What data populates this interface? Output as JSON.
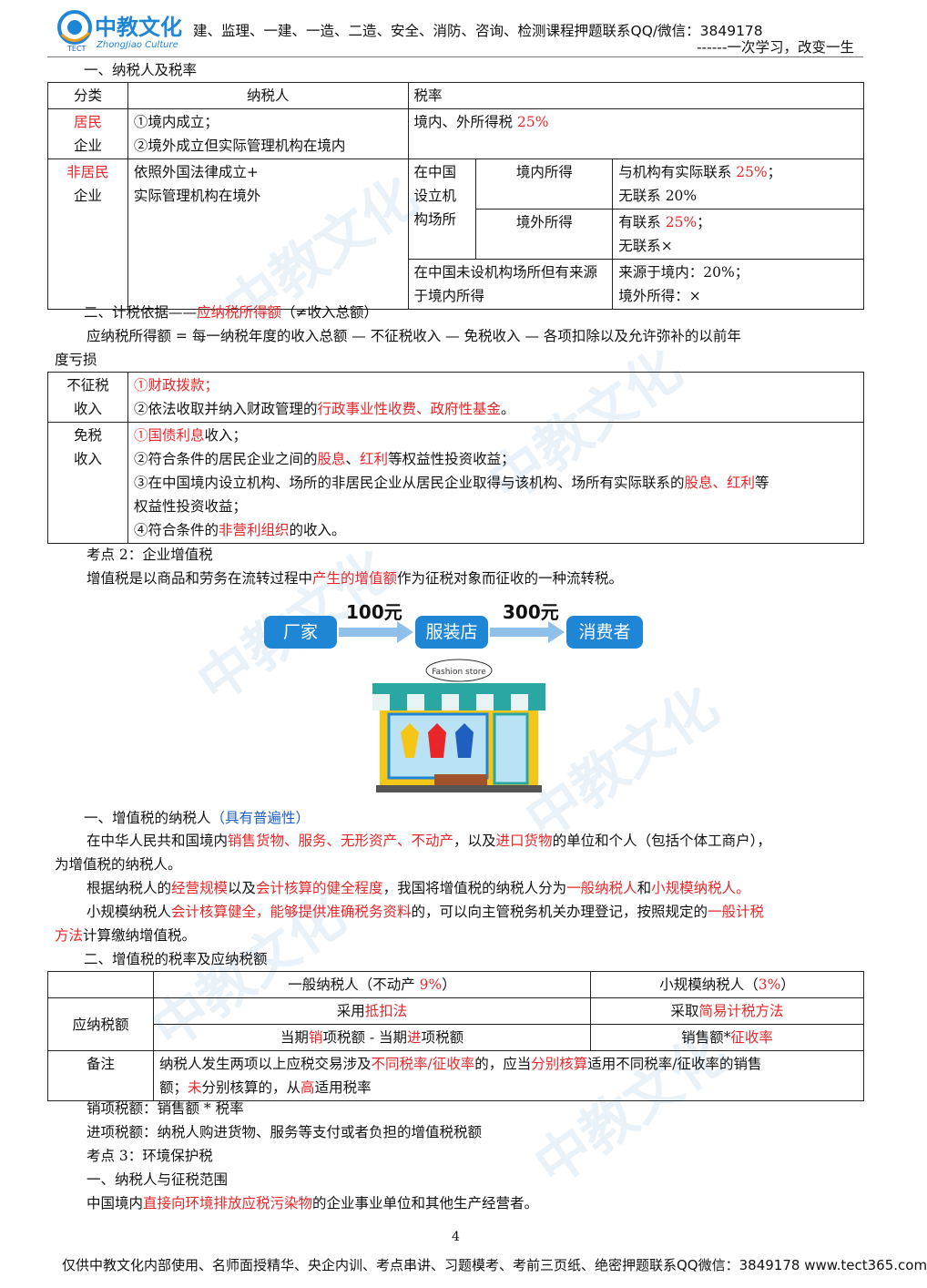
{
  "header": {
    "logo_text": "中教文化",
    "logo_sub": "ZhongJiao Culture",
    "logo_tag": "TECT",
    "line": "建、监理、一建、一造、二造、安全、消防、咨询、检测课程押题联系QQ/微信：3849178",
    "slogan": "------一次学习，改变一生"
  },
  "s1": {
    "title": "一、纳税人及税率"
  },
  "t1": {
    "h_cat": "分类",
    "h_payer": "纳税人",
    "h_rate": "税率",
    "r1_cat_a": "居民",
    "r1_cat_b": "企业",
    "r1_p1": "①境内成立；",
    "r1_p2": "②境外成立但实际管理机构在境内",
    "r1_rate": "境内、外所得税 ",
    "r1_rate_red": "25%",
    "r2_cat_a": "非居民",
    "r2_cat_b": "企业",
    "r2_p1": "依照外国法律成立+",
    "r2_p2": "实际管理机构在境外",
    "r2_est": "在中国设立机构场所",
    "r2_in": "境内所得",
    "r2_out": "境外所得",
    "r2_in_r1": "与机构有实际联系 ",
    "r2_in_r1_red": "25%",
    "r2_in_r1_end": "；",
    "r2_in_r2": "无联系 20%",
    "r2_out_r1": "有联系 ",
    "r2_out_r1_red": "25%",
    "r2_out_r1_end": "；",
    "r2_out_r2": "无联系×",
    "r3_est": "在中国未设机构场所但有来源于境内所得",
    "r3_r1": "来源于境内：20%；",
    "r3_r2": "境外所得：×"
  },
  "s2": {
    "title_a": "二、计税依据——",
    "title_red": "应纳税所得额",
    "title_b": "（≠收入总额）",
    "formula_1": "应纳税所得额 = 每一纳税年度的收入总额 — 不征税收入 — 免税收入 — 各项扣除以及允许弥补的以前年",
    "formula_2": "度亏损"
  },
  "t2": {
    "a_cat1": "不征税",
    "a_cat2": "收入",
    "a1": "①财政拨款；",
    "a2_a": "②依法收取并纳入财政管理的",
    "a2_red": "行政事业性收费、政府性基金",
    "a2_b": "。",
    "b_cat1": "免税",
    "b_cat2": "收入",
    "b1_red": "①国债利息",
    "b1_b": "收入；",
    "b2_a": "②符合条件的居民企业之间的",
    "b2_red1": "股息",
    "b2_sep": "、",
    "b2_red2": "红利",
    "b2_b": "等权益性投资收益；",
    "b3_a": "③在中国境内设立机构、场所的非居民企业从居民企业取得与该机构、场所有实际联系的",
    "b3_red": "股息、红利",
    "b3_b": "等",
    "b3_c": "权益性投资收益；",
    "b4_a": "④符合条件的",
    "b4_red": "非营利组织",
    "b4_b": "的收入。"
  },
  "kp2": {
    "title": "考点 2：企业增值税",
    "def_a": "增值税是以商品和劳务在流转过程中",
    "def_red": "产生的增值额",
    "def_b": "作为征税对象而征收的一种流转税。"
  },
  "flow": {
    "box1": "厂家",
    "box2": "服装店",
    "box3": "消费者",
    "price1": "100元",
    "price2": "300元",
    "shop_sign": "Fashion store"
  },
  "s3": {
    "title_a": "一、增值税的纳税人",
    "title_blue": "（具有普遍性）",
    "p1_a": "在中华人民共和国境内",
    "p1_red1": "销售货物、服务、无形资产、不动产",
    "p1_b": "，以及",
    "p1_red2": "进口货物",
    "p1_c": "的单位和个人（包括个体工商户），",
    "p1_2": "为增值税的纳税人。",
    "p2_a": "根据纳税人的",
    "p2_red1": "经营规模",
    "p2_b": "以及",
    "p2_red2": "会计核算的健全程度",
    "p2_c": "，我国将增值税的纳税人分为",
    "p2_red3": "一般纳税人",
    "p2_d": "和",
    "p2_red4": "小规模纳税人。",
    "p3_a": "小规模纳税人",
    "p3_red1": "会计核算健全，能够提供准确税务资料",
    "p3_b": "的，可以向主管税务机关办理登记，按照规定的",
    "p3_red2": "一般计税",
    "p3_2_red": "方法",
    "p3_2_b": "计算缴纳增值税。"
  },
  "s4": {
    "title": "二、增值税的税率及应纳税额"
  },
  "t3": {
    "h_general_a": "一般纳税人（不动产 ",
    "h_general_red": "9%",
    "h_general_b": "）",
    "h_small_a": "小规模纳税人（",
    "h_small_red": "3%",
    "h_small_b": "）",
    "cat_tax": "应纳税额",
    "g1_a": "采用",
    "g1_red": "抵扣法",
    "s1_a": "采取",
    "s1_red": "简易计税方法",
    "g2_a": "当期",
    "g2_red1": "销",
    "g2_b": "项税额 - 当期",
    "g2_red2": "进",
    "g2_c": "项税额",
    "s2_a": "销售额*",
    "s2_red": "征收率",
    "cat_note": "备注",
    "n1_a": "纳税人发生两项以上应税交易涉及",
    "n1_red1": "不同税率/征收率",
    "n1_b": "的，应当",
    "n1_red2": "分别核算",
    "n1_c": "适用不同税率/征收率的销售",
    "n2_a": "额；",
    "n2_red1": "未",
    "n2_b": "分别核算的，从",
    "n2_red2": "高",
    "n2_c": "适用税率"
  },
  "s5": {
    "out_tax": "销项税额：销售额 * 税率",
    "in_tax": "进项税额：纳税人购进货物、服务等支付或者负担的增值税税额",
    "kp3": "考点 3：环境保护税",
    "sub1": "一、纳税人与征税范围",
    "p_a": "中国境内",
    "p_red": "直接向环境排放应税污染物",
    "p_b": "的企业事业单位和其他生产经营者。"
  },
  "page_number": "4",
  "footer": "仅供中教文化内部使用、名师面授精华、央企内训、考点串讲、习题模考、考前三页纸、绝密押题联系QQ微信：3849178  www.tect365.com",
  "colors": {
    "accent_red": "#e8262a",
    "brand_blue": "#1f86d6"
  }
}
